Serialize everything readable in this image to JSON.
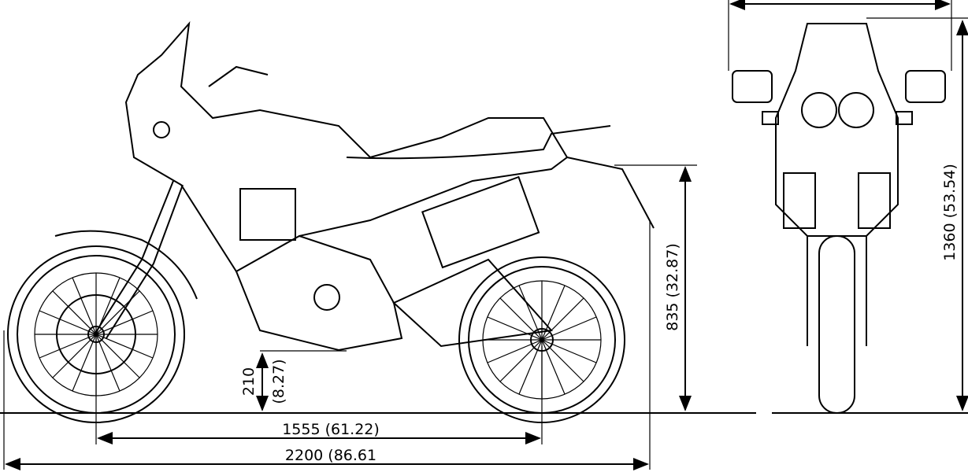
{
  "title": "Motorcycle dimension drawing",
  "dimensions": {
    "wheelbase": "1555 (61.22)",
    "overall_length": "2200 (86.61",
    "seat_height": "835 (32.87)",
    "ground_clearance_mm": "210",
    "ground_clearance_in": "(8.27)",
    "overall_height": "1360 (53.54)"
  },
  "colors": {
    "line": "#000000",
    "background": "#ffffff"
  }
}
